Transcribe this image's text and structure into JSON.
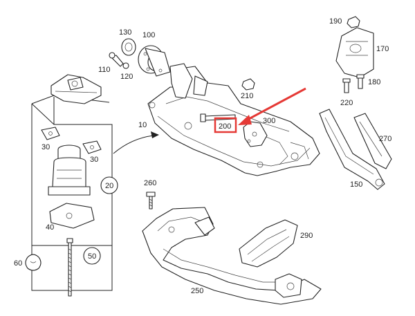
{
  "callouts": {
    "c10": "10",
    "c20": "20",
    "c30a": "30",
    "c30b": "30",
    "c40": "40",
    "c50": "50",
    "c60": "60",
    "c100": "100",
    "c110": "110",
    "c120": "120",
    "c130": "130",
    "c150": "150",
    "c170": "170",
    "c180": "180",
    "c190": "190",
    "c200": "200",
    "c210": "210",
    "c220": "220",
    "c250": "250",
    "c260": "260",
    "c270": "270",
    "c290": "290",
    "c300": "300"
  },
  "highlight": {
    "target": "200",
    "box_color": "#e53935",
    "arrow_color": "#e53935"
  }
}
